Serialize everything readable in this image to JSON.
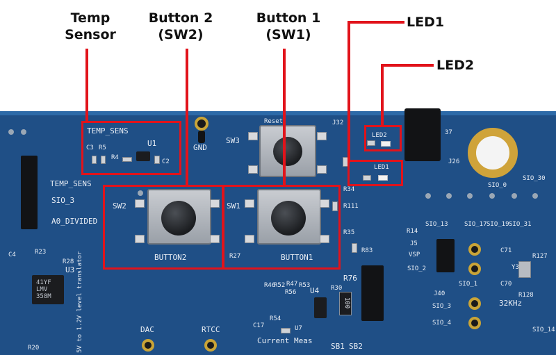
{
  "callouts": {
    "temp_sensor": [
      "Temp",
      "Sensor"
    ],
    "button2": [
      "Button 2",
      "(SW2)"
    ],
    "button1": [
      "Button 1",
      "(SW1)"
    ],
    "led1": "LED1",
    "led2": "LED2"
  },
  "silkscreen": {
    "temp_sens_box": "TEMP_SENS",
    "u1": "U1",
    "c3": "C3",
    "r5": "R5",
    "r4": "R4",
    "c2": "C2",
    "gnd": "GND",
    "reset": "Reset",
    "sw3": "SW3",
    "j32": "J32",
    "j37": "37",
    "led2": "LED2",
    "led1": "LED1",
    "j26": "J26",
    "sw2": "SW2",
    "sw1": "SW1",
    "button2": "BUTTON2",
    "button1": "BUTTON1",
    "r27": "R27",
    "r34": "R34",
    "r111": "R111",
    "r35": "R35",
    "r83": "R83",
    "r14": "R14",
    "j5": "J5",
    "vsp": "VSP",
    "sio_2": "SIO_2",
    "sio_13": "SIO_13",
    "sio_17": "SIO_17",
    "sio_19": "SIO_19",
    "sio_31": "SIO_31",
    "sio_30": "SIO_30",
    "sio_0": "SIO_0",
    "sio_1": "SIO_1",
    "j40": "J40",
    "sio_3b": "SIO_3",
    "sio_4": "SIO_4",
    "sio_14": "SIO_14",
    "c71": "C71",
    "y3": "Y3",
    "c70": "C70",
    "r127": "R127",
    "r128": "R128",
    "khz": "32KHz",
    "temp_sens_left": "TEMP_SENS",
    "sio_3": "SIO_3",
    "a0_divided": "A0_DIVIDED",
    "c4": "C4",
    "r23": "R23",
    "r28": "R28",
    "u3": "U3",
    "chip_mark": "41YF\nLMV\n358M",
    "level_translator": "5V to 1.2V level translator",
    "r20": "R20",
    "dac": "DAC",
    "rtcc": "RTCC",
    "r46": "R46",
    "r52": "R52",
    "r47": "R47",
    "r56": "R56",
    "r53": "R53",
    "u4": "U4",
    "r30": "R30",
    "r76": "R76",
    "c17": "C17",
    "r54": "R54",
    "u7": "U7",
    "current_meas": "Current Meas",
    "sb1": "SB1",
    "sb2": "SB2",
    "resistor_100": "100"
  }
}
